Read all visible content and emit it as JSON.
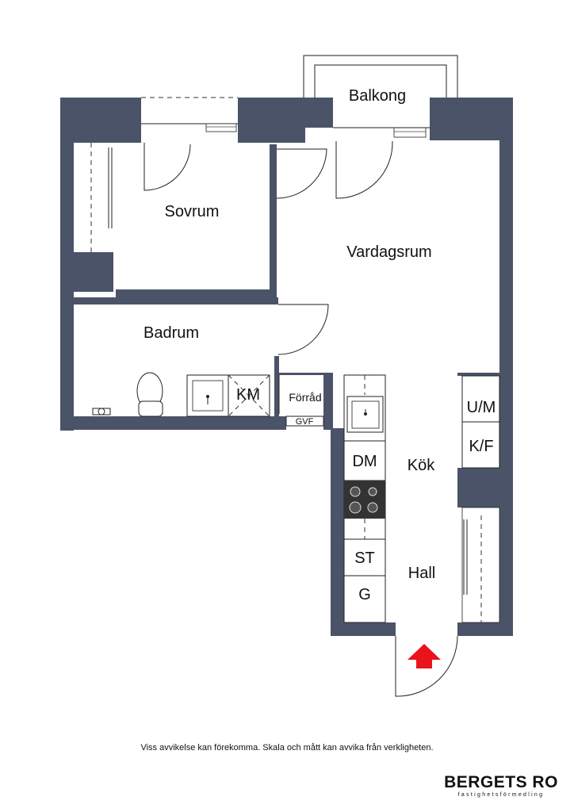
{
  "rooms": {
    "balcony": "Balkong",
    "bedroom": "Sovrum",
    "living": "Vardagsrum",
    "bathroom": "Badrum",
    "storage": "Förråd",
    "kitchen": "Kök",
    "hall": "Hall"
  },
  "appliances": {
    "washer": "KM",
    "closet_vent": "GVF",
    "oven_micro": "U/M",
    "fridge_freezer": "K/F",
    "dishwasher": "DM",
    "wardrobe": "ST",
    "g": "G"
  },
  "disclaimer": "Viss avvikelse kan förekomma. Skala och mått kan avvika från verkligheten.",
  "brand": {
    "name": "BERGETS RO",
    "tagline": "fastighetsförmedling"
  },
  "colors": {
    "wall": "#4a5368",
    "entrance_arrow": "#e8141a"
  },
  "icons": [
    "entrance-arrow-icon",
    "sink-icon",
    "toilet-icon",
    "stove-icon"
  ]
}
